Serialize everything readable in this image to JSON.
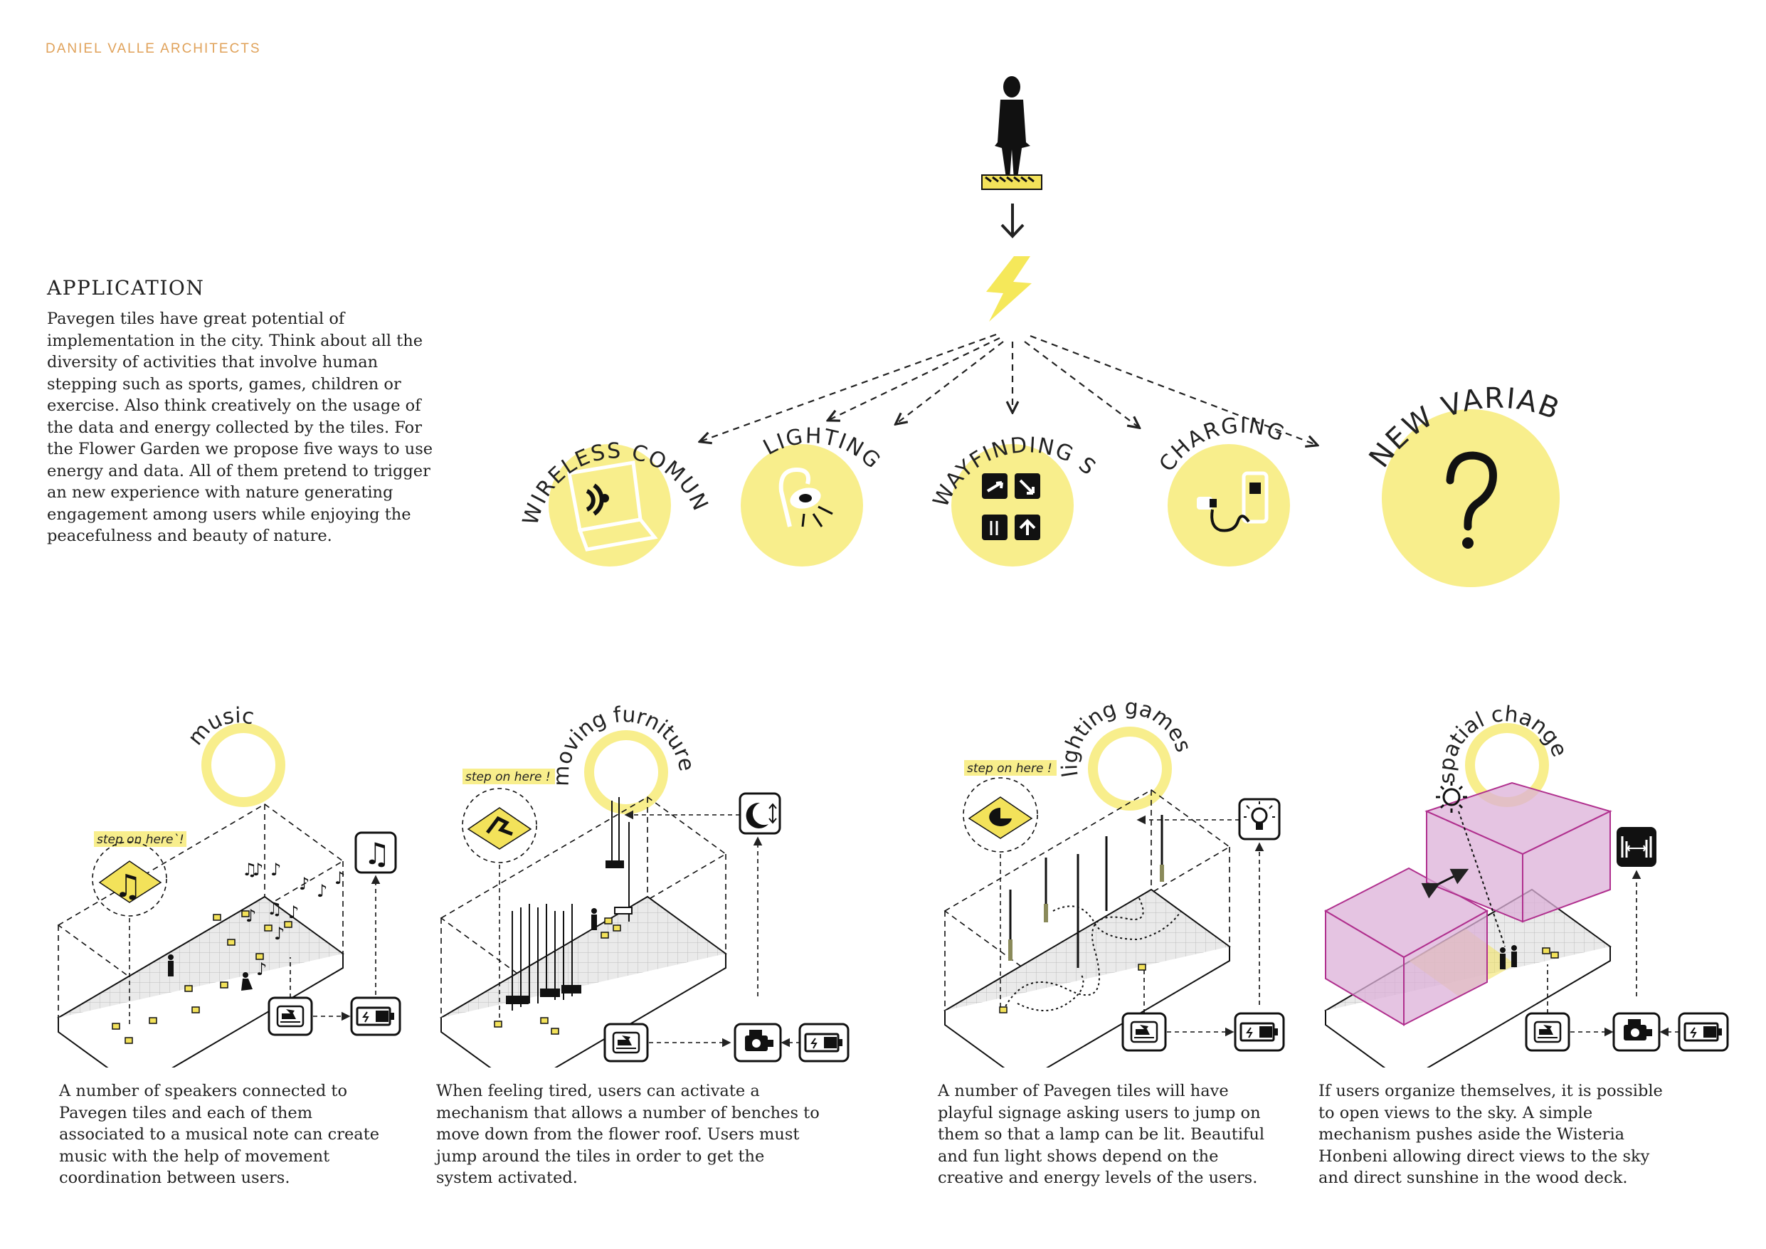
{
  "brand": "DANIEL VALLE ARCHITECTS",
  "intro": {
    "title": "APPLICATION",
    "body": "Pavegen tiles have great potential of implementation in the city. Think about all the diversity of activities that involve human stepping such as sports, games, children or exercise. Also think creatively on the usage of the data and energy collected by the tiles. For the Flower Garden we propose five ways to use energy and data. All of them pretend to trigger an new experience with nature generating engagement among users while enjoying the peacefulness and beauty of nature."
  },
  "colors": {
    "yellow": "#f8ee8c",
    "pink": "#dcb0d8",
    "pink_stroke": "#b0308e",
    "brand": "#e0a25a"
  },
  "applications": [
    {
      "label": "WIRELESS COMUNICATION",
      "icon": "laptop-wifi-icon"
    },
    {
      "label": "LIGHTING",
      "icon": "lamp-icon"
    },
    {
      "label": "WAYFINDING SIGNAGE",
      "icon": "direction-signs-icon"
    },
    {
      "label": "CHARGING",
      "icon": "phone-charger-icon"
    },
    {
      "label": "NEW VARIABLES",
      "icon": "question-mark-icon",
      "symbol": "?"
    }
  ],
  "scenarios": [
    {
      "title": "music",
      "tag": "step on here`!",
      "caption": "A number of speakers connected to Pavegen tiles and each of them associated to a musical note can create music with the help of movement coordination between users."
    },
    {
      "title": "moving furniture",
      "tag": "step on here !",
      "caption": "When feeling tired, users can activate a mechanism that allows a number of benches to move down from the flower roof. Users must jump around the tiles in order to get the system activated."
    },
    {
      "title": "lighting games",
      "tag": "step on here !",
      "caption": "A number of Pavegen tiles will have playful signage asking users to jump on them so that a lamp can be lit. Beautiful and fun light shows depend on the creative and energy levels of the users."
    },
    {
      "title": "spatial changes",
      "tag": "",
      "caption": "If users organize themselves, it is possible to open views to the sky. A simple mechanism pushes aside the Wisteria Honbeni allowing direct views to the sky and direct sunshine in the wood deck."
    }
  ]
}
